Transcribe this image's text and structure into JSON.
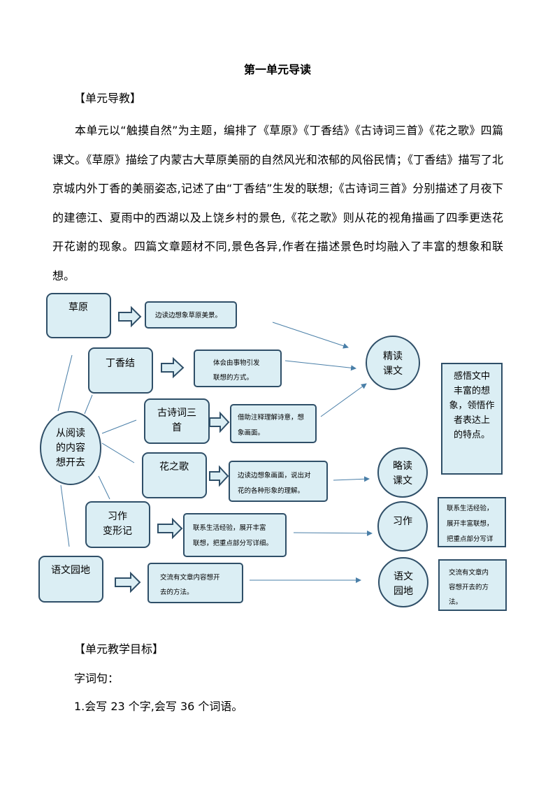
{
  "doc": {
    "title": "第一单元导读",
    "section1": "【单元导教】",
    "intro": "本单元以“触摸自然”为主题，编排了《草原》《丁香结》《古诗词三首》《花之歌》四篇课文。《草原》描绘了内蒙古大草原美丽的自然风光和浓郁的风俗民情；《丁香结》描写了北京城内外丁香的美丽姿态,记述了由“丁香结”生发的联想;《古诗词三首》分别描述了月夜下的建德江、夏雨中的西湖以及上饶乡村的景色,《花之歌》则从花的视角描画了四季更迭花开花谢的现象。四篇文章题材不同,景色各异,作者在描述景色时均融入了丰富的想象和联想。",
    "section2": "【单元教学目标】",
    "sub1": "字词句：",
    "item1": "1.会写 23 个字,会写 36 个词语。"
  },
  "diagram": {
    "center": [
      "从阅读",
      "的内容",
      "想开去"
    ],
    "lessons": [
      {
        "lines": [
          "草原"
        ]
      },
      {
        "lines": [
          "丁香结"
        ]
      },
      {
        "lines": [
          "古诗词三",
          "首"
        ]
      },
      {
        "lines": [
          "花之歌"
        ]
      },
      {
        "lines": [
          "习作",
          "变形记"
        ]
      },
      {
        "lines": [
          "语文园地"
        ]
      }
    ],
    "methods": [
      {
        "lines": [
          "边读边想象草原美景。"
        ]
      },
      {
        "lines": [
          "体会由事物引发",
          "联想的方式。"
        ]
      },
      {
        "lines": [
          "借助注释理解诗意，想",
          "象画面。"
        ]
      },
      {
        "lines": [
          "边读边想象画面，说出对",
          "花的各种形象的理解。"
        ]
      },
      {
        "lines": [
          "联系生活经验，展开丰富",
          "联想，把重点部分写详细。"
        ]
      },
      {
        "lines": [
          "交流有文章内容想开",
          "去的方法。"
        ]
      }
    ],
    "circles": [
      {
        "lines": [
          "精读",
          "课文"
        ]
      },
      {
        "lines": [
          "略读",
          "课文"
        ]
      },
      {
        "lines": [
          "习作"
        ]
      },
      {
        "lines": [
          "语文",
          "园地"
        ]
      }
    ],
    "goals": [
      {
        "lines": [
          "感悟文中",
          "丰富的想",
          "象，领悟作",
          "者表达上",
          "的特点。"
        ]
      },
      {
        "lines": [
          "联系生活经验，",
          "展开丰富联想，",
          "把重点部分写详"
        ]
      },
      {
        "lines": [
          "交流有文章内",
          "容想开去的方",
          "法。"
        ]
      }
    ]
  }
}
